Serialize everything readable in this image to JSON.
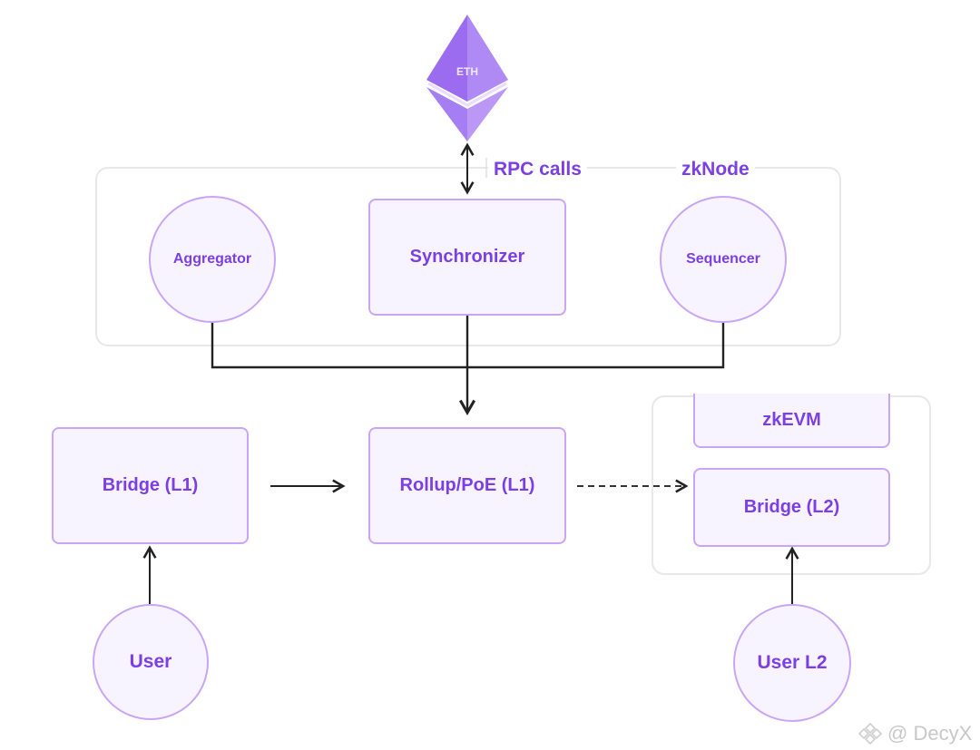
{
  "eth": {
    "label": "ETH",
    "color": "#9b6cf0"
  },
  "zknode": {
    "label": "zkNode",
    "rpc_label": "RPC calls",
    "nodes": {
      "aggregator": "Aggregator",
      "synchronizer": "Synchronizer",
      "sequencer": "Sequencer"
    }
  },
  "l1": {
    "bridge": "Bridge (L1)",
    "rollup": "Rollup/PoE (L1)",
    "user": "User"
  },
  "l2": {
    "zkevm": "zkEVM",
    "bridge": "Bridge (L2)",
    "user": "User L2"
  },
  "watermark": {
    "text": "@ DecyX"
  },
  "colors": {
    "accent_text": "#7b3fe4",
    "node_fill": "#f8f4ff",
    "node_border": "#c9a6f5",
    "container_border": "#e8e8ea",
    "arrow": "#222222"
  }
}
